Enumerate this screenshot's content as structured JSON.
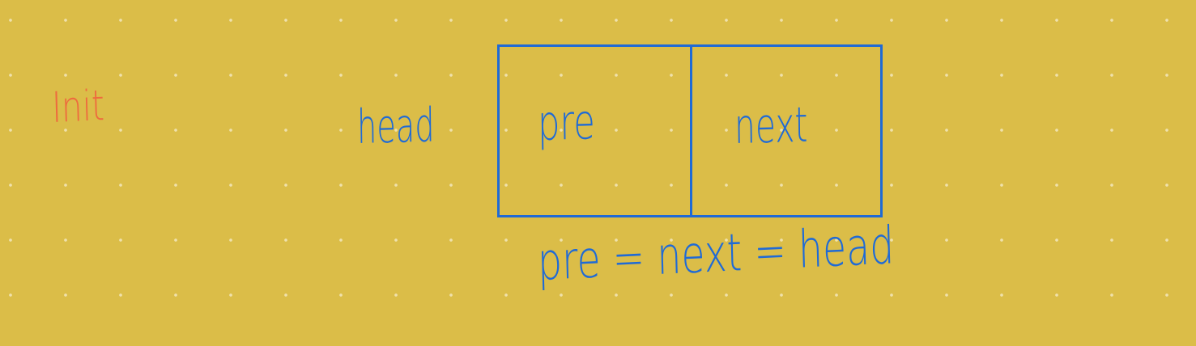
{
  "colors": {
    "background": "#dbbd48",
    "grid_dot": "#f3e6a8",
    "ink_blue": "#1f6ad6",
    "ink_orange": "#ee6b3e"
  },
  "title": "Init",
  "head_label": "head",
  "node": {
    "fields": [
      {
        "label": "pre"
      },
      {
        "label": "next"
      }
    ]
  },
  "equation": "pre = next = head"
}
